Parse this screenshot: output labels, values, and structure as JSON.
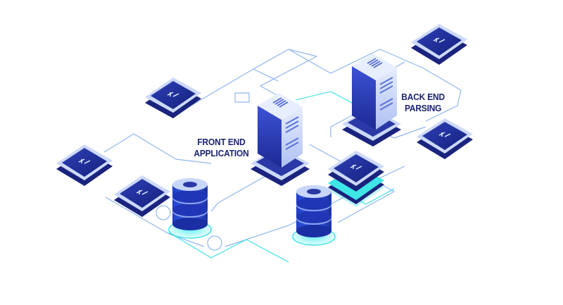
{
  "labels": {
    "front_end": {
      "line1": "FRONT END",
      "line2": "APPLICATION"
    },
    "back_end": {
      "line1": "BACK END",
      "line2": "PARSING"
    }
  },
  "colors": {
    "background": "#ffffff",
    "label_text": "#1b2372",
    "connector_line": "#8fb6ee",
    "connector_glow": "#3de0e8",
    "tile_top": "#1f2f9e",
    "tile_rim": "#cdd9fb",
    "server_body": "#2b3bb8",
    "server_side": "#c8d6fa",
    "database_disk": "#2e4bd1"
  },
  "icons": [
    "network-tile-icon",
    "server-tower-icon",
    "database-stack-icon"
  ]
}
